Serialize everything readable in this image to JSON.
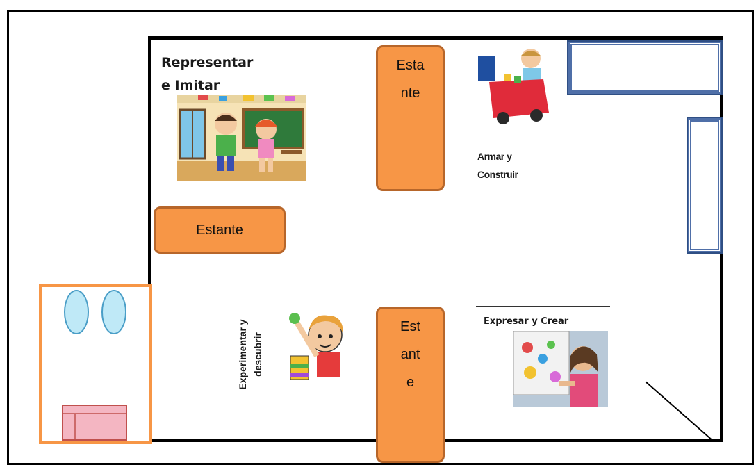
{
  "areas": {
    "representar": "Representar\ne Imitar",
    "armar": "Armar y\nConstruir",
    "experimentar": "Experimentar y\ndescubrir",
    "expresar": "Expresar y Crear"
  },
  "shelves": {
    "top": "Esta\nnte",
    "left": "Estante",
    "bottom": "Est\nant\ne"
  },
  "colors": {
    "shelf_fill": "#f79646",
    "shelf_border": "#b7662a",
    "furniture_blue": "#4f6fa8",
    "bathroom_border": "#f79646",
    "toilet_fill": "#bfe9f7",
    "sink_fill": "#f4b6c2"
  }
}
